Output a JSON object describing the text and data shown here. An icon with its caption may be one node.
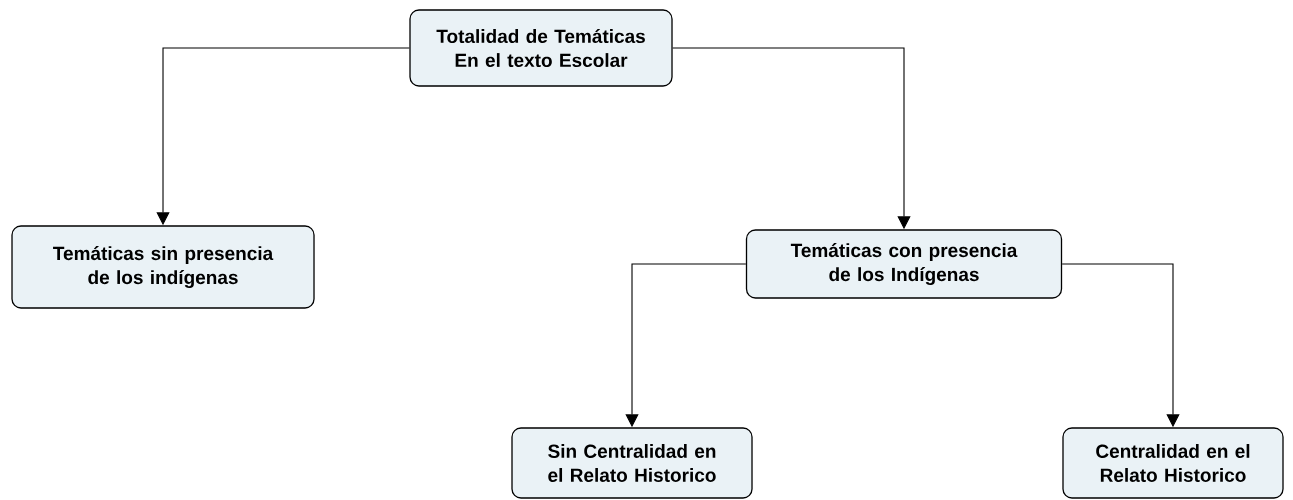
{
  "diagram": {
    "nodes": [
      {
        "text": [
          "Totalidad de Temáticas En el texto Escolar"
        ]
      },
      {
        "text": [
          "Temáticas sin presencia de los indígenas"
        ]
      },
      {
        "text": [
          "Temáticas con presencia de los Indígenas"
        ]
      },
      {
        "text": [
          "Sin Centralidad en el Relato Historico"
        ]
      },
      {
        "text": [
          "Centralidad en el Relato Historico"
        ]
      }
    ],
    "edges": [
      {
        "from": 0,
        "to": 1,
        "arrow": "to"
      },
      {
        "from": 0,
        "to": 2,
        "arrow": "to"
      },
      {
        "from": 2,
        "to": 3,
        "arrow": "to"
      },
      {
        "from": 2,
        "to": 4,
        "arrow": "to"
      }
    ]
  }
}
